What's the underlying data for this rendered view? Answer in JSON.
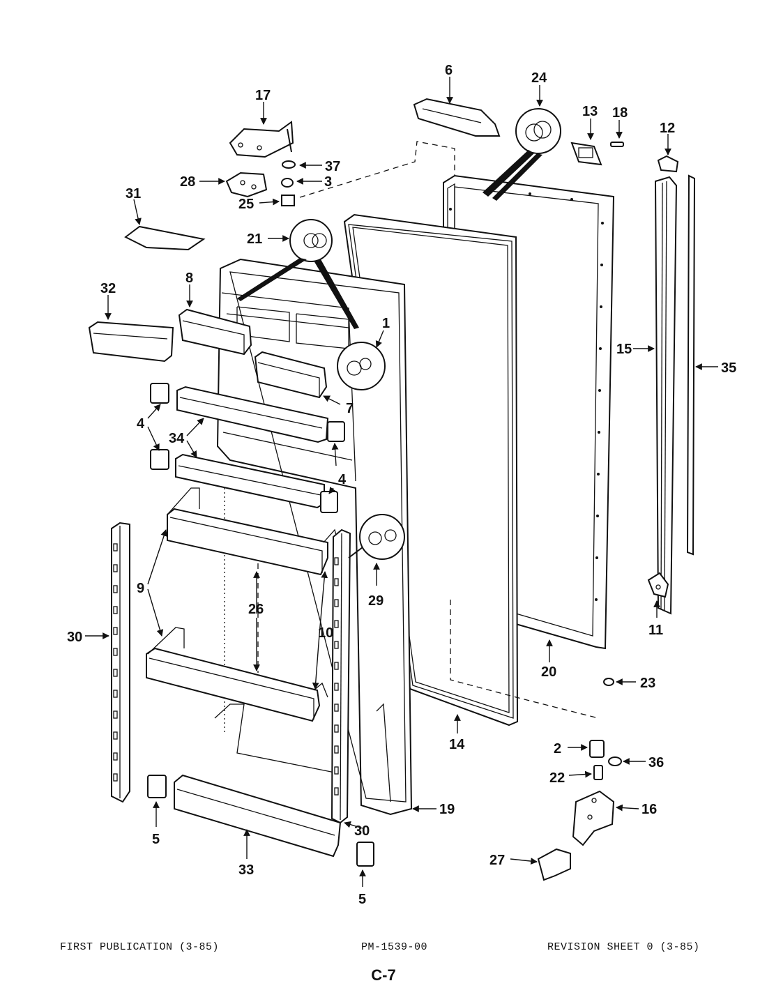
{
  "footer": {
    "left": "FIRST PUBLICATION (3-85)",
    "center": "PM-1539-00",
    "right": "REVISION SHEET 0 (3-85)",
    "page": "C-7"
  },
  "callouts": {
    "c1": "1",
    "c2": "2",
    "c3": "3",
    "c4a": "4",
    "c4b": "4",
    "c5a": "5",
    "c5b": "5",
    "c6": "6",
    "c7": "7",
    "c8": "8",
    "c9": "9",
    "c10": "10",
    "c11": "11",
    "c12": "12",
    "c13": "13",
    "c14": "14",
    "c15": "15",
    "c16": "16",
    "c17": "17",
    "c18": "18",
    "c19": "19",
    "c20": "20",
    "c21": "21",
    "c22": "22",
    "c23": "23",
    "c24": "24",
    "c25": "25",
    "c26": "26",
    "c27": "27",
    "c28": "28",
    "c29": "29",
    "c30a": "30",
    "c30b": "30",
    "c31": "31",
    "c32": "32",
    "c33": "33",
    "c34": "34",
    "c35": "35",
    "c36": "36",
    "c37": "37"
  }
}
